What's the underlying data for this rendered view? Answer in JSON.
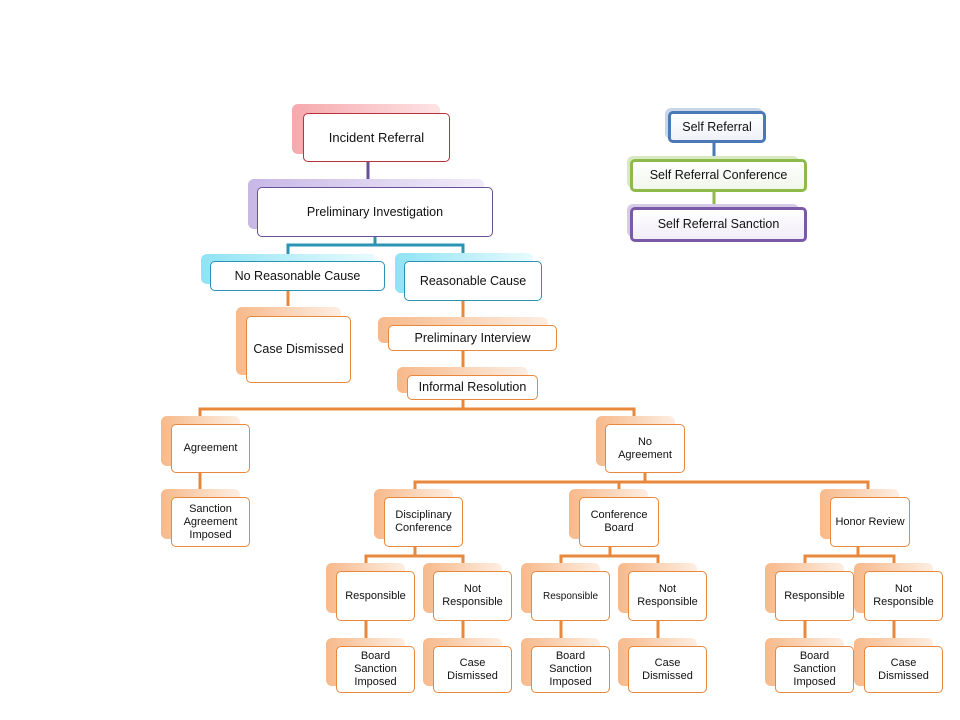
{
  "nodes": {
    "incident_referral": "Incident Referral",
    "preliminary_investigation": "Preliminary Investigation",
    "no_reasonable_cause": "No Reasonable Cause",
    "reasonable_cause": "Reasonable Cause",
    "case_dismissed_top": "Case Dismissed",
    "preliminary_interview": "Preliminary Interview",
    "informal_resolution": "Informal Resolution",
    "agreement": "Agreement",
    "no_agreement": "No\nAgreement",
    "sanction_agreement_imposed": "Sanction\nAgreement\nImposed",
    "disciplinary_conference": "Disciplinary\nConference",
    "conference_board": "Conference\nBoard",
    "honor_review": "Honor Review",
    "dc_responsible": "Responsible",
    "dc_not_responsible": "Not\nResponsible",
    "cb_responsible": "Responsible",
    "cb_not_responsible": "Not\nResponsible",
    "hr_responsible": "Responsible",
    "hr_not_responsible": "Not\nResponsible",
    "dc_board_sanction": "Board\nSanction\nImposed",
    "dc_case_dismissed": "Case\nDismissed",
    "cb_board_sanction": "Board\nSanction\nImposed",
    "cb_case_dismissed": "Case\nDismissed",
    "hr_board_sanction": "Board\nSanction\nImposed",
    "hr_case_dismissed": "Case\nDismissed"
  },
  "self_referral": {
    "self_referral": "Self Referral",
    "conference": "Self Referral Conference",
    "sanction": "Self Referral Sanction"
  },
  "colors": {
    "red": "#b8323c",
    "purple": "#6a4f99",
    "cyan": "#2b93b3",
    "orange": "#e8883d",
    "blue": "#4a79b6",
    "green": "#8dba4a"
  }
}
